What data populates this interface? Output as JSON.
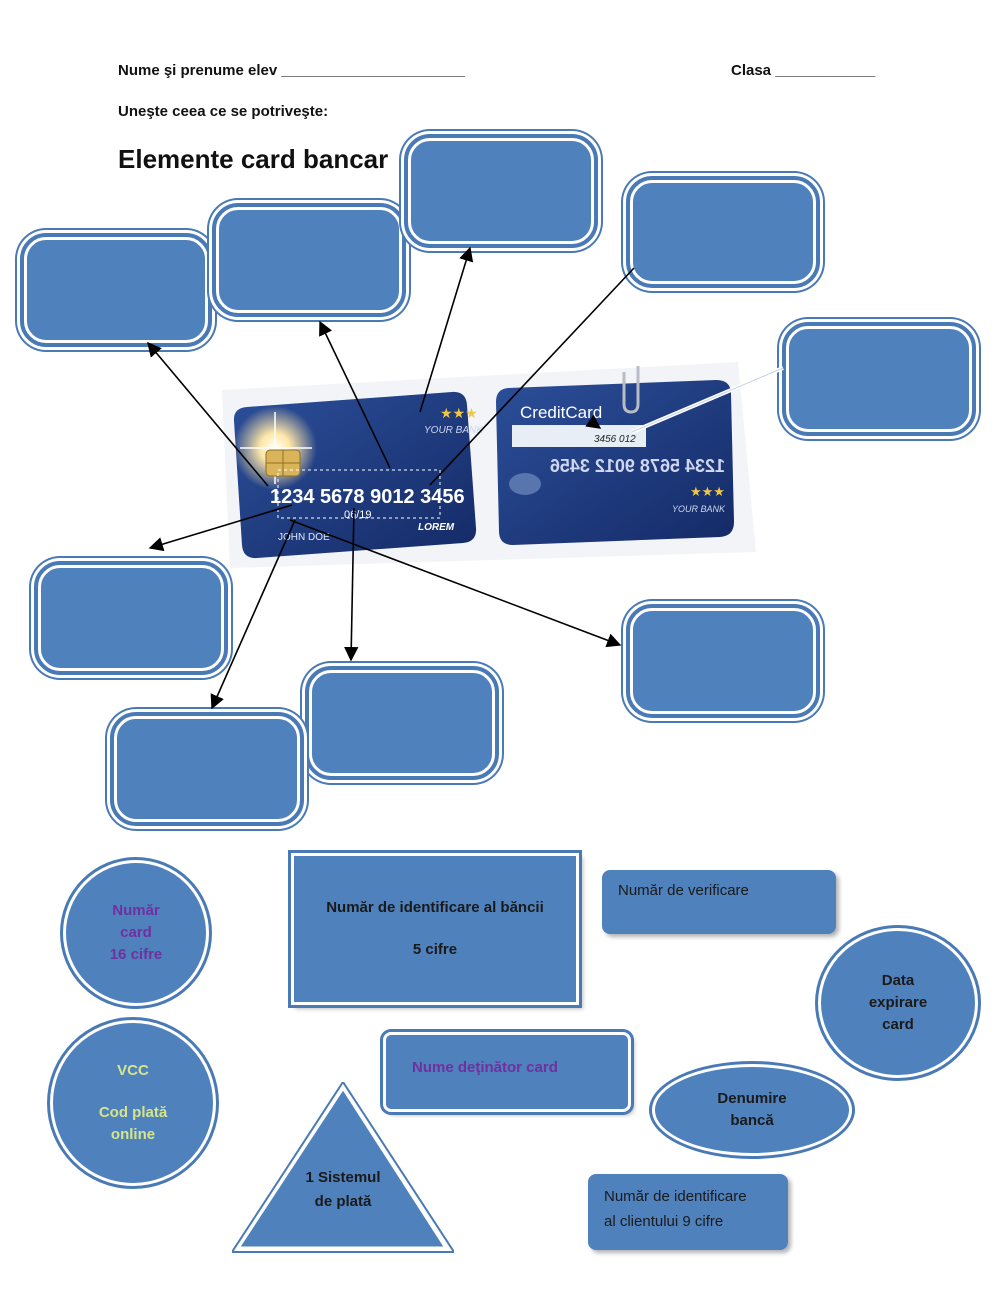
{
  "header": {
    "name_line": "Nume  şi prenume elev ______________________",
    "class_line": "Clasa ____________",
    "instruction": "Uneşte ceea ce se potriveşte:",
    "title": "Elemente card bancar"
  },
  "card": {
    "front_bank": "YOUR BANK",
    "front_number": "1234 5678 9012 3456",
    "front_expiry": "06/19",
    "front_holder": "JOHN DOE",
    "front_brand": "LOREM",
    "back_title": "CreditCard",
    "back_cvv": "3456 012",
    "back_number_mirrored": "1234 5678 9012 3456",
    "back_bank": "YOUR BANK"
  },
  "answers": {
    "card_number": [
      "Număr",
      "card",
      "16 cifre"
    ],
    "bank_id": [
      "Număr de identificare al băncii",
      "5 cifre"
    ],
    "verification": "Număr de verificare",
    "expiry": [
      "Data",
      "expirare",
      "card"
    ],
    "vcc": [
      "VCC",
      "Cod plată",
      "online"
    ],
    "holder": "Nume deţinător card",
    "bank_name": [
      "Denumire",
      "bancă"
    ],
    "payment_system": [
      "1 Sistemul",
      "de plată"
    ],
    "client_id": [
      "Număr de identificare",
      "al clientului  9 cifre"
    ]
  },
  "colors": {
    "box_fill": "#4f81bd",
    "box_border": "#4a7ab5",
    "purple_text": "#7030a0",
    "yellow_text": "#d6e58a",
    "card_blue": "#1f3a7a"
  }
}
